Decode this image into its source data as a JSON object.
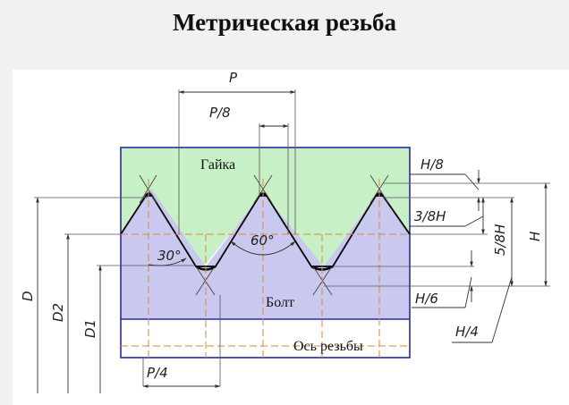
{
  "title": "Метрическая резьба",
  "labels": {
    "nut": "Гайка",
    "bolt": "Болт",
    "axis": "Ось резьбы"
  },
  "dimensions": {
    "pitch": "P",
    "pitch_8": "P/8",
    "pitch_4": "P/4",
    "h_8": "H/8",
    "h_3_8": "3/8H",
    "h_5_8": "5/8H",
    "h_full": "H",
    "h_6": "H/6",
    "h_4": "H/4",
    "diam_d": "D",
    "diam_d2": "D2",
    "diam_d1": "D1"
  },
  "angles": {
    "flank": "30°",
    "profile": "60°"
  },
  "colors": {
    "nut_fill": "#c7f0c7",
    "bolt_fill": "#c9c9ef",
    "outline": "#2a2aa0",
    "center_line": "#d88a3a",
    "dim_line": "#333333"
  }
}
